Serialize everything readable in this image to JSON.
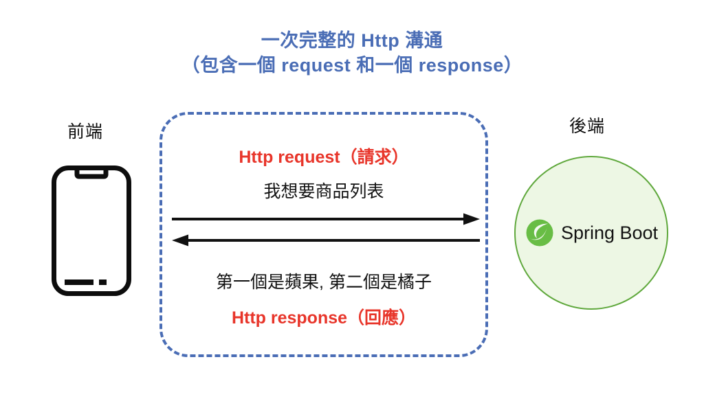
{
  "title": {
    "line1": "一次完整的 Http 溝通",
    "line2": "（包含一個 request 和一個 response）",
    "color": "#4A6DB5"
  },
  "frontend": {
    "label": "前端",
    "device_icon": "smartphone-icon"
  },
  "backend": {
    "label": "後端",
    "logo_icon": "spring-boot-leaf-icon",
    "logo_text": "Spring Boot",
    "circle_fill": "#EDF7E4",
    "circle_stroke": "#5FA83C"
  },
  "flow": {
    "border_color": "#4A6DB5",
    "request": {
      "label": "Http request（請求）",
      "label_color": "#E8352A",
      "body": "我想要商品列表",
      "arrow_icon": "arrow-right-icon",
      "arrow_color": "#111111"
    },
    "response": {
      "label": "Http response（回應）",
      "label_color": "#E8352A",
      "body": "第一個是蘋果, 第二個是橘子",
      "arrow_icon": "arrow-left-icon",
      "arrow_color": "#111111"
    }
  }
}
